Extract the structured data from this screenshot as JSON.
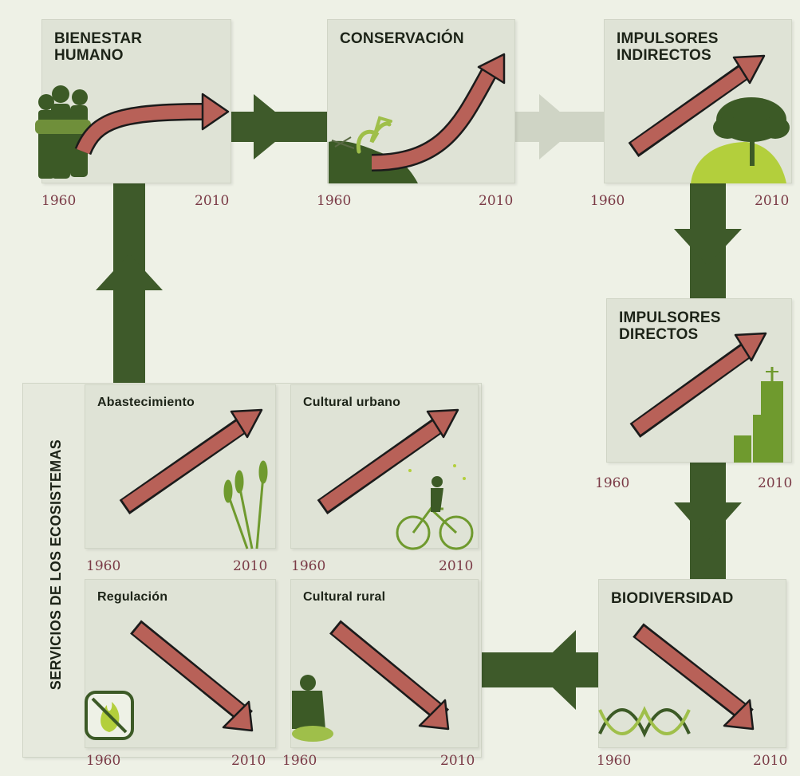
{
  "boxes": {
    "bienestar": {
      "title_line1": "BIENESTAR",
      "title_line2": "HUMANO",
      "year_start": "1960",
      "year_end": "2010",
      "trend": "up-curve"
    },
    "conservacion": {
      "title": "CONSERVACIÓN",
      "year_start": "1960",
      "year_end": "2010",
      "trend": "up-exponential"
    },
    "impulsores_indirectos": {
      "title_line1": "IMPULSORES",
      "title_line2": "INDIRECTOS",
      "year_start": "1960",
      "year_end": "2010",
      "trend": "up"
    },
    "impulsores_directos": {
      "title_line1": "IMPULSORES",
      "title_line2": "DIRECTOS",
      "year_start": "1960",
      "year_end": "2010",
      "trend": "up"
    },
    "biodiversidad": {
      "title": "BIODIVERSIDAD",
      "year_start": "1960",
      "year_end": "2010",
      "trend": "down"
    },
    "abastecimiento": {
      "title": "Abastecimiento",
      "year_start": "1960",
      "year_end": "2010",
      "trend": "up"
    },
    "cultural_urbano": {
      "title": "Cultural urbano",
      "year_start": "1960",
      "year_end": "2010",
      "trend": "up"
    },
    "regulacion": {
      "title": "Regulación",
      "year_start": "1960",
      "year_end": "2010",
      "trend": "down"
    },
    "cultural_rural": {
      "title": "Cultural rural",
      "year_start": "1960",
      "year_end": "2010",
      "trend": "down"
    }
  },
  "side_label": "SERVICIOS DE LOS ECOSISTEMAS",
  "colors": {
    "background": "#eef1e6",
    "box": "#dfe3d6",
    "flow_arrow_dark": "#3e5a2a",
    "flow_arrow_light": "#cfd4c5",
    "trend_arrow_fill": "#b86158",
    "trend_arrow_stroke": "#1b1b1b",
    "illustration_green": "#3c5a26",
    "illustration_lime": "#b3cf3c",
    "year_text": "#7a3a46"
  },
  "icons": [
    "people-icon",
    "heron-icon",
    "tree-icon",
    "skyscraper-icon",
    "wheat-icon",
    "cyclist-icon",
    "no-fire-icon",
    "farmer-icon",
    "dna-icon"
  ]
}
